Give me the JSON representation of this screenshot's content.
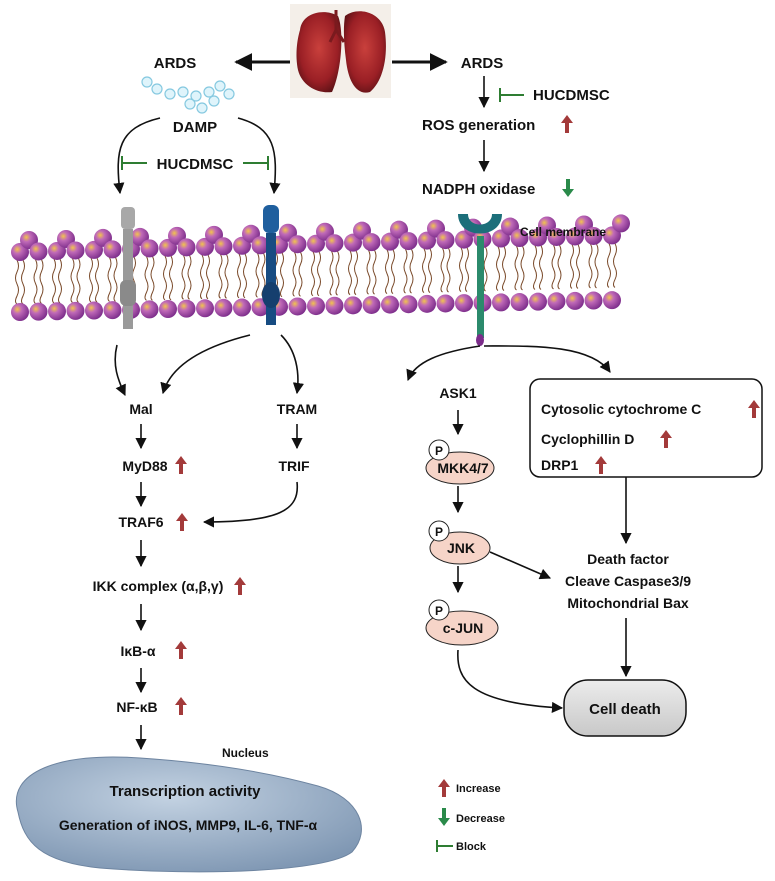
{
  "colors": {
    "increase": "#a33a3a",
    "decrease": "#2a8a4a",
    "block": "#2e7d32",
    "lipid_head": "#9b3fa8",
    "lipid_highlight": "#e8b13a",
    "nucleus": "#9fb4cc",
    "phospho": "#f6d4c8",
    "cell_death": "#d9d9d9"
  },
  "top": {
    "ards_left": "ARDS",
    "ards_right": "ARDS",
    "damp": "DAMP",
    "hucdmsc_left": "HUCDMSC",
    "hucdmsc_right": "HUCDMSC",
    "ros": "ROS generation",
    "nadph": "NADPH oxidase",
    "cell_membrane": "Cell membrane"
  },
  "left_pathway": {
    "mal": "Mal",
    "tram": "TRAM",
    "myd88": "MyD88",
    "trif": "TRIF",
    "traf6": "TRAF6",
    "ikk": "IKK complex (α,β,γ)",
    "ikb": "IκB-α",
    "nfkb": "NF-κB",
    "nucleus_label": "Nucleus",
    "transcription": "Transcription activity",
    "generation": "Generation of iNOS, MMP9, IL-6, TNF-α"
  },
  "right_pathway": {
    "ask1": "ASK1",
    "phospho": "P",
    "mkk": "MKK4/7",
    "jnk": "JNK",
    "cjun": "c-JUN",
    "mito_box": [
      "Cytosolic cytochrome C",
      "Cyclophillin D",
      "DRP1"
    ],
    "death_factor": [
      "Death factor",
      "Cleave Caspase3/9",
      "Mitochondrial Bax"
    ],
    "cell_death": "Cell death"
  },
  "legend": {
    "increase": "Increase",
    "decrease": "Decrease",
    "block": "Block"
  }
}
